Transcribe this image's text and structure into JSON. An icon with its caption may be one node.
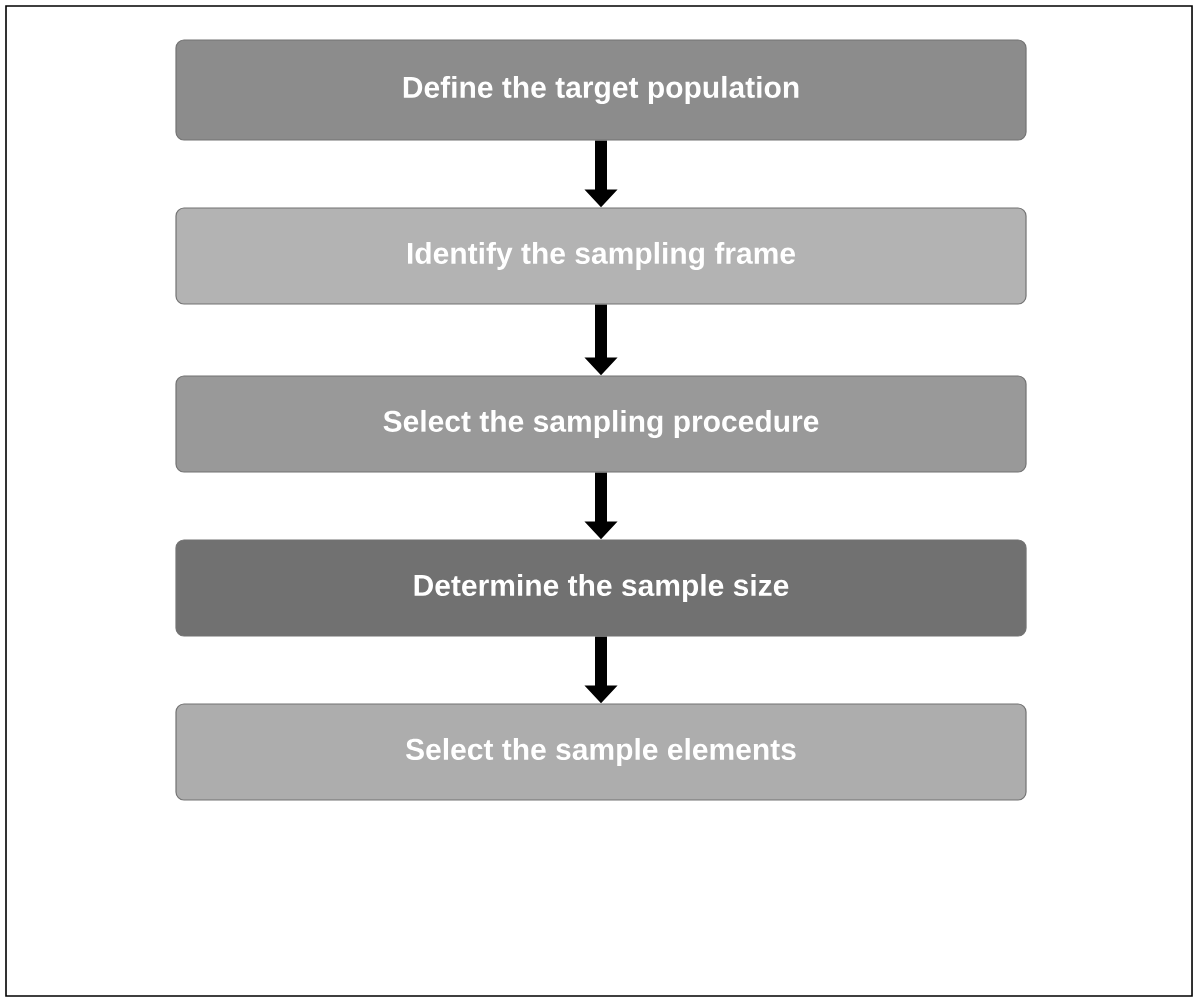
{
  "diagram": {
    "nodes": [
      {
        "text": [
          "Define the target population"
        ]
      },
      {
        "text": [
          "Identify the sampling frame"
        ]
      },
      {
        "text": [
          "Select the sampling procedure"
        ]
      },
      {
        "text": [
          "Determine the sample size"
        ]
      },
      {
        "text": [
          "Select the sample elements"
        ]
      }
    ],
    "edges": [
      {
        "from": 0,
        "to": 1,
        "arrow": "to"
      },
      {
        "from": 1,
        "to": 2,
        "arrow": "to"
      },
      {
        "from": 2,
        "to": 3,
        "arrow": "to"
      },
      {
        "from": 3,
        "to": 4,
        "arrow": "to"
      }
    ]
  }
}
